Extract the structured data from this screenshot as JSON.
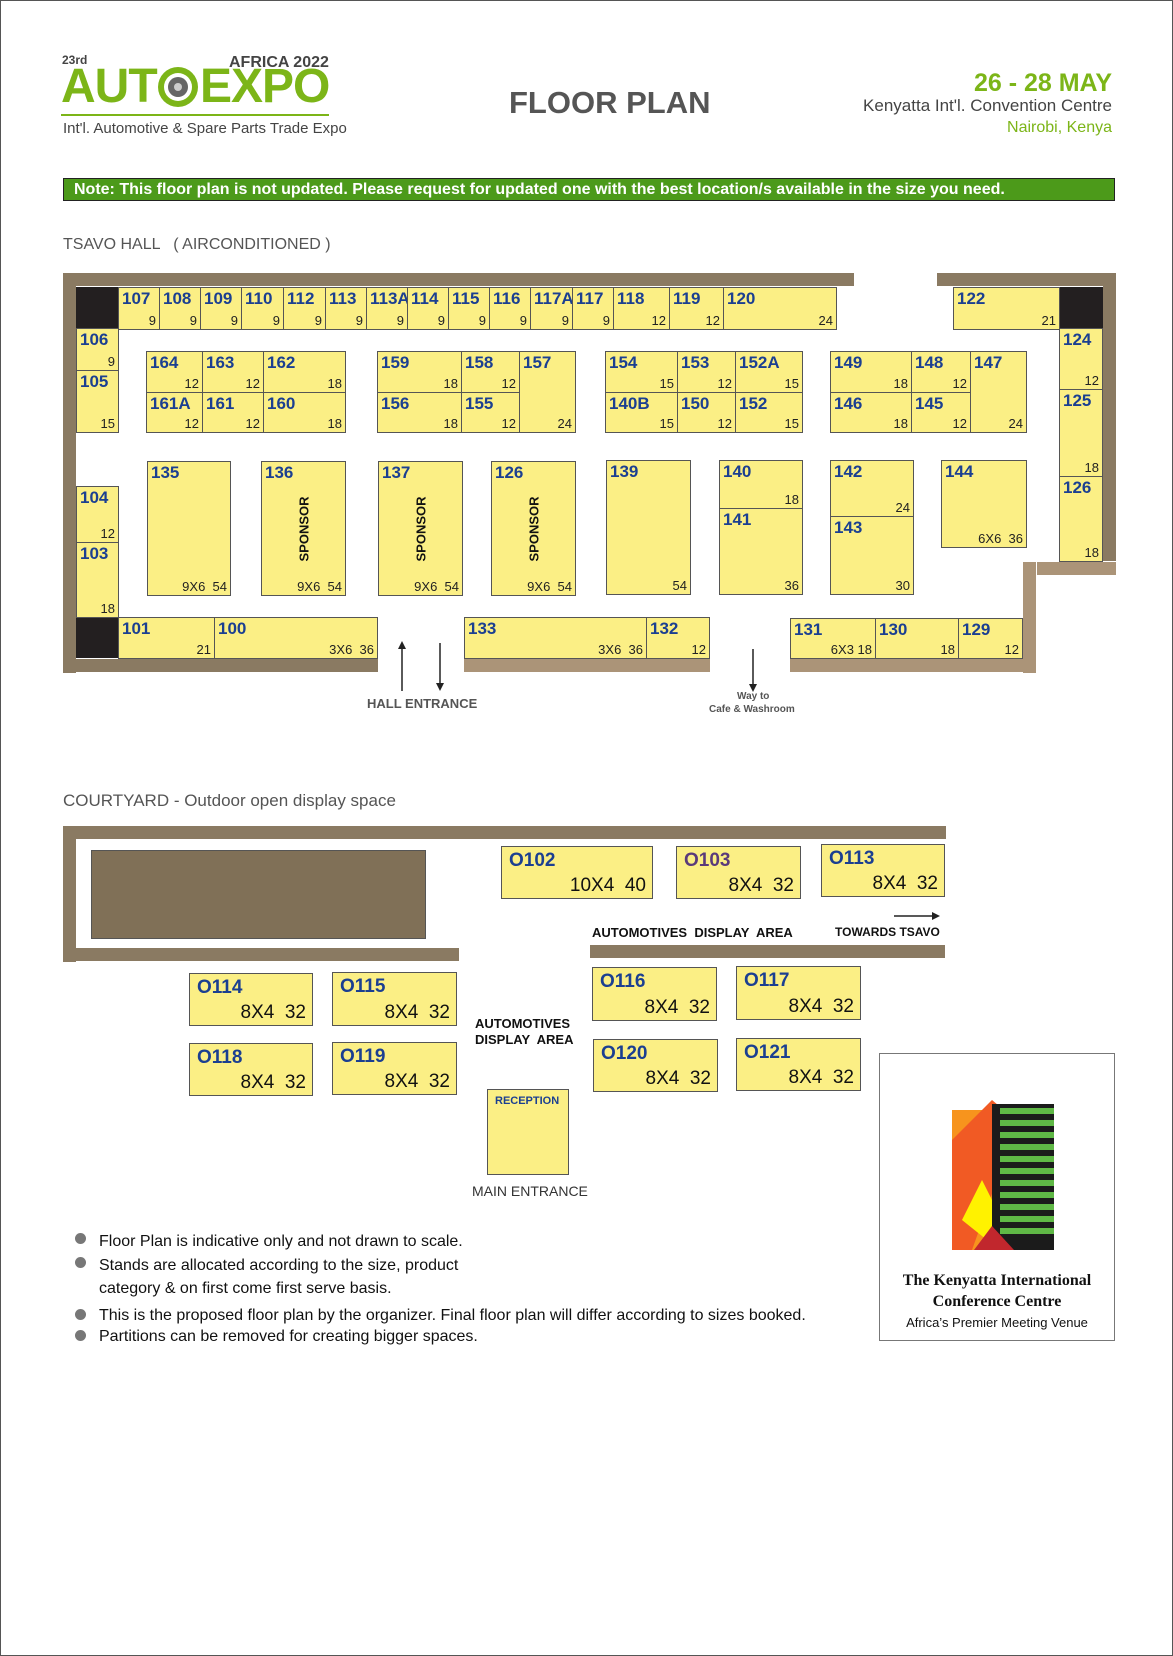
{
  "header": {
    "edition": "23rd",
    "region": "AFRICA 2022",
    "logo_left": "AUT",
    "logo_right": "EXPO",
    "tagline": "Int'l. Automotive & Spare Parts Trade Expo",
    "title": "FLOOR PLAN",
    "dates": "26 - 28 MAY",
    "venue": "Kenyatta Int'l. Convention Centre",
    "city": "Nairobi, Kenya"
  },
  "note": "Note: This floor plan is not updated. Please request for updated one with the best location/s available in the size you need.",
  "tsavo": {
    "title": "TSAVO HALL   ( AIRCONDITIONED )",
    "hall_entrance": "HALL ENTRANCE",
    "way_to_1": "Way to",
    "way_to_2": "Cafe & Washroom",
    "sponsor": "SPONSOR",
    "booths": {
      "b107": {
        "n": "107",
        "s": "9"
      },
      "b108": {
        "n": "108",
        "s": "9"
      },
      "b109": {
        "n": "109",
        "s": "9"
      },
      "b110": {
        "n": "110",
        "s": "9"
      },
      "b112": {
        "n": "112",
        "s": "9"
      },
      "b113": {
        "n": "113",
        "s": "9"
      },
      "b113a": {
        "n": "113A",
        "s": "9"
      },
      "b114": {
        "n": "114",
        "s": "9"
      },
      "b115": {
        "n": "115",
        "s": "9"
      },
      "b116": {
        "n": "116",
        "s": "9"
      },
      "b117a": {
        "n": "117A",
        "s": "9"
      },
      "b117": {
        "n": "117",
        "s": "9"
      },
      "b118": {
        "n": "118",
        "s": "12"
      },
      "b119": {
        "n": "119",
        "s": "12"
      },
      "b120": {
        "n": "120",
        "s": "24"
      },
      "b122": {
        "n": "122",
        "s": "21"
      },
      "b106": {
        "n": "106",
        "s": "9"
      },
      "b105": {
        "n": "105",
        "s": "15"
      },
      "b104": {
        "n": "104",
        "s": "12"
      },
      "b103": {
        "n": "103",
        "s": "18"
      },
      "b124": {
        "n": "124",
        "s": "12"
      },
      "b125": {
        "n": "125",
        "s": "18"
      },
      "b126r": {
        "n": "126",
        "s": "18"
      },
      "b164": {
        "n": "164",
        "s": "12"
      },
      "b163": {
        "n": "163",
        "s": "12"
      },
      "b162": {
        "n": "162",
        "s": "18"
      },
      "b161a": {
        "n": "161A",
        "s": "12"
      },
      "b161": {
        "n": "161",
        "s": "12"
      },
      "b160": {
        "n": "160",
        "s": "18"
      },
      "b159": {
        "n": "159",
        "s": "18"
      },
      "b158": {
        "n": "158",
        "s": "12"
      },
      "b157": {
        "n": "157",
        "s": "24"
      },
      "b156": {
        "n": "156",
        "s": "18"
      },
      "b155": {
        "n": "155",
        "s": "12"
      },
      "b154": {
        "n": "154",
        "s": "15"
      },
      "b153": {
        "n": "153",
        "s": "12"
      },
      "b152a": {
        "n": "152A",
        "s": "15"
      },
      "b140b": {
        "n": "140B",
        "s": "15"
      },
      "b150": {
        "n": "150",
        "s": "12"
      },
      "b152": {
        "n": "152",
        "s": "15"
      },
      "b149": {
        "n": "149",
        "s": "18"
      },
      "b148": {
        "n": "148",
        "s": "12"
      },
      "b147": {
        "n": "147",
        "s": "24"
      },
      "b146": {
        "n": "146",
        "s": "18"
      },
      "b145": {
        "n": "145",
        "s": "12"
      },
      "b135": {
        "n": "135",
        "s": "9X6  54"
      },
      "b136": {
        "n": "136",
        "s": "9X6  54"
      },
      "b137": {
        "n": "137",
        "s": "9X6  54"
      },
      "b126": {
        "n": "126",
        "s": "9X6  54"
      },
      "b139": {
        "n": "139",
        "s": "54"
      },
      "b140": {
        "n": "140",
        "s": "18"
      },
      "b141": {
        "n": "141",
        "s": "36"
      },
      "b142": {
        "n": "142",
        "s": "24"
      },
      "b143": {
        "n": "143",
        "s": "30"
      },
      "b144": {
        "n": "144",
        "s": "6X6  36"
      },
      "b101": {
        "n": "101",
        "s": "21"
      },
      "b100": {
        "n": "100",
        "s": "3X6  36"
      },
      "b133": {
        "n": "133",
        "s": "3X6  36"
      },
      "b132": {
        "n": "132",
        "s": "12"
      },
      "b131": {
        "n": "131",
        "s": "6X3 18"
      },
      "b130": {
        "n": "130",
        "s": "18"
      },
      "b129": {
        "n": "129",
        "s": "12"
      }
    }
  },
  "courtyard": {
    "title": "COURTYARD - Outdoor open display space",
    "display_area_1": "AUTOMOTIVES  DISPLAY  AREA",
    "towards": "TOWARDS TSAVO",
    "display_area_2a": "AUTOMOTIVES",
    "display_area_2b": "DISPLAY  AREA",
    "reception": "RECEPTION",
    "main_entrance": "MAIN ENTRANCE",
    "booths": {
      "o102": {
        "n": "O102",
        "s": "10X4  40"
      },
      "o103": {
        "n": "O103",
        "s": "8X4  32"
      },
      "o113": {
        "n": "O113",
        "s": "8X4  32"
      },
      "o114": {
        "n": "O114",
        "s": "8X4  32"
      },
      "o115": {
        "n": "O115",
        "s": "8X4  32"
      },
      "o116": {
        "n": "O116",
        "s": "8X4  32"
      },
      "o117": {
        "n": "O117",
        "s": "8X4  32"
      },
      "o118": {
        "n": "O118",
        "s": "8X4  32"
      },
      "o119": {
        "n": "O119",
        "s": "8X4  32"
      },
      "o120": {
        "n": "O120",
        "s": "8X4  32"
      },
      "o121": {
        "n": "O121",
        "s": "8X4  32"
      }
    }
  },
  "notes": [
    "Floor Plan is indicative only and not drawn to scale.",
    "Stands are allocated according to the size, product",
    "category & on first come first serve basis.",
    "This is the proposed floor plan by the organizer. Final floor plan will differ according to sizes booked.",
    "Partitions can be removed for creating bigger spaces."
  ],
  "kicc": {
    "name_1": "The Kenyatta International",
    "name_2": "Conference Centre",
    "slogan": "Africa’s Premier Meeting Venue"
  },
  "colors": {
    "green": "#7cb518",
    "booth": "#fbef85",
    "booth_number": "#1b3f91",
    "wall": "#8a7a62"
  }
}
